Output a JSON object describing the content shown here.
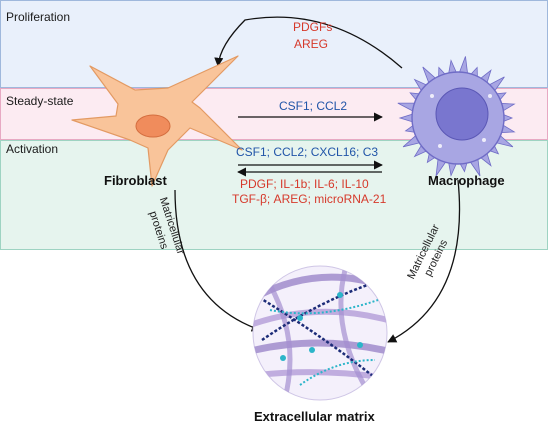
{
  "colors": {
    "proliferation_band": "#e9f0fb",
    "steady_band": "#fcebf2",
    "activation_band": "#e6f4ee",
    "fibroblast": "#f9c49a",
    "macrophage": "#a8a6e3",
    "red_text": "#d6392b",
    "blue_text": "#2155a8"
  },
  "zones": {
    "proliferation": "Proliferation",
    "steady_state": "Steady-state",
    "activation": "Activation"
  },
  "cells": {
    "fibroblast": "Fibroblast",
    "macrophage": "Macrophage",
    "matrix": "Extracellular matrix"
  },
  "signals": {
    "pdgfs": "PDGFs",
    "areg": "AREG",
    "steady": "CSF1; CCL2",
    "activation_to_macrophage": "CSF1; CCL2; CXCL16; C3",
    "activation_to_fibroblast_line1": "PDGF; IL-1b; IL-6; IL-10",
    "activation_to_fibroblast_line2": "TGF-β; AREG; microRNA-21"
  },
  "arrow_labels": {
    "left_line1": "Matricellular",
    "left_line2": "proteins",
    "right_line1": "Matricellular",
    "right_line2": "proteins"
  },
  "icons": [
    "fibroblast-cell-icon",
    "macrophage-cell-icon",
    "extracellular-matrix-icon"
  ]
}
